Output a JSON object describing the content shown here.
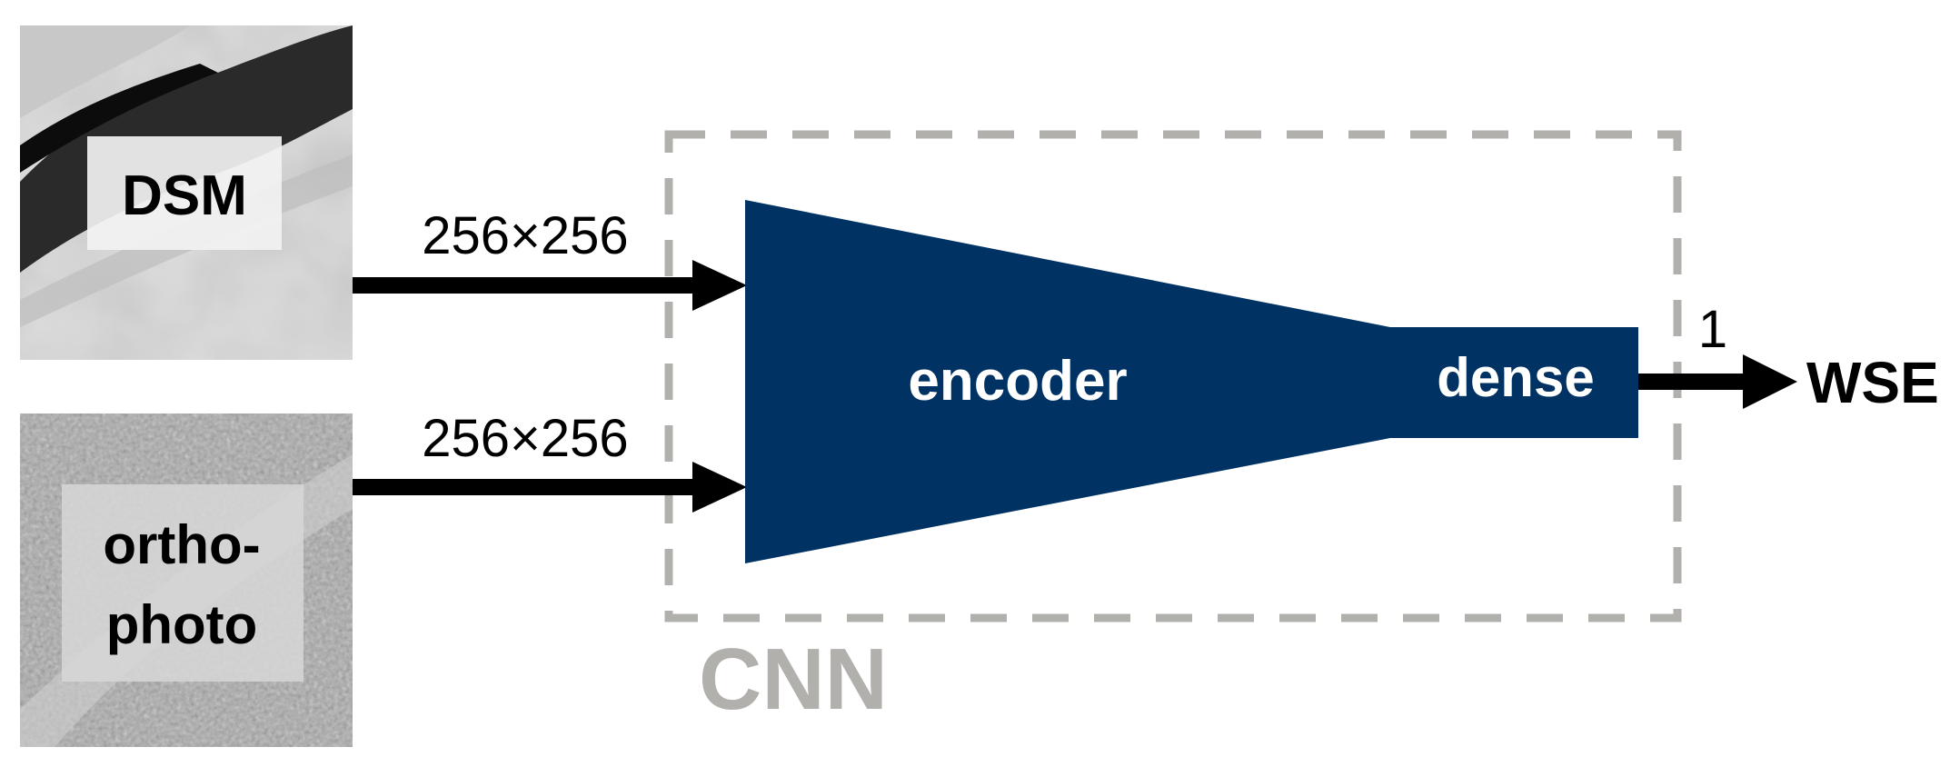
{
  "inputs": {
    "dsm": {
      "label": "DSM",
      "size_label": "256×256"
    },
    "orthophoto": {
      "label_line1": "ortho-",
      "label_line2": "photo",
      "size_label": "256×256"
    }
  },
  "cnn": {
    "label": "CNN",
    "encoder_label": "encoder",
    "dense_label": "dense"
  },
  "output": {
    "size_label": "1",
    "label": "WSE"
  },
  "colors": {
    "network_fill": "#003263",
    "cnn_border": "#b2b0ad",
    "arrow": "#000000"
  }
}
